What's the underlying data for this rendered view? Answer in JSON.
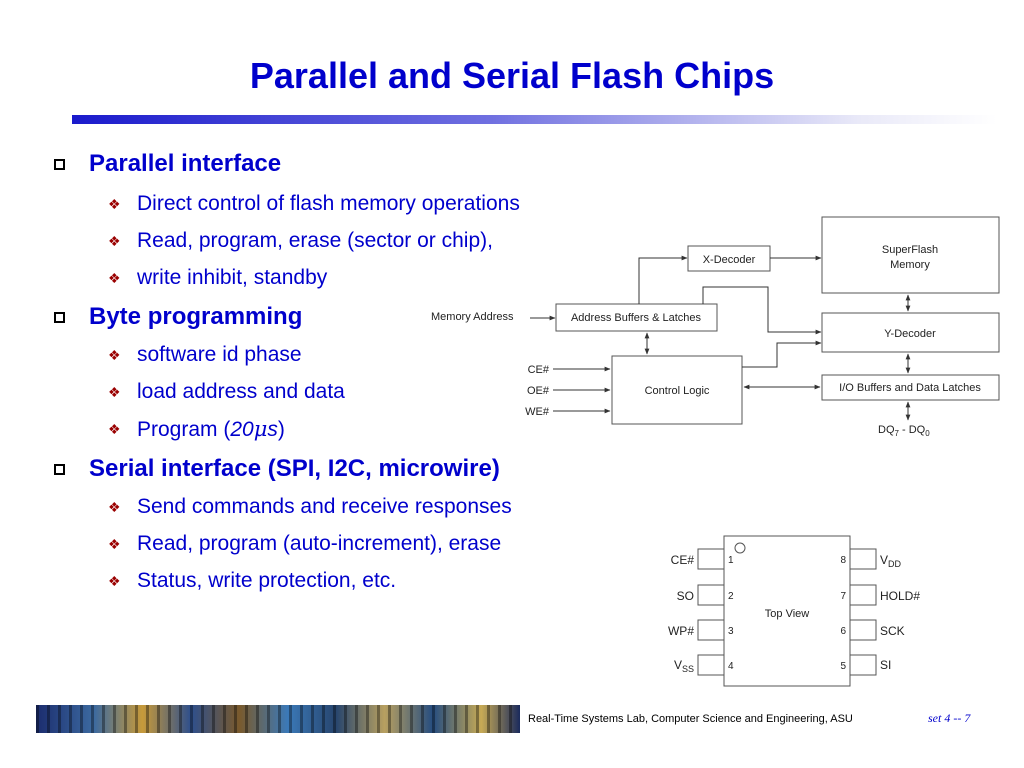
{
  "title": "Parallel and Serial Flash Chips",
  "bullets": {
    "parallel": {
      "label": "Parallel interface",
      "items": [
        "Direct control of flash memory operations",
        "Read, program, erase (sector or chip),",
        "write inhibit, standby"
      ]
    },
    "byte": {
      "label": "Byte programming",
      "items": [
        "software id phase",
        "load address and data"
      ],
      "program_prefix": "Program (",
      "program_value": "20",
      "program_mu": "μ",
      "program_unit": "s",
      "program_suffix": ")"
    },
    "serial": {
      "label": "Serial interface (SPI, I2C, microwire)",
      "items": [
        "Send commands and receive responses",
        "Read, program (auto-increment), erase",
        "Status, write protection, etc."
      ]
    }
  },
  "block_diagram": {
    "x_decoder": "X-Decoder",
    "superflash_line1": "SuperFlash",
    "superflash_line2": "Memory",
    "memory_address": "Memory Address",
    "address_buffers": "Address Buffers & Latches",
    "y_decoder": "Y-Decoder",
    "ce": "CE#",
    "oe": "OE#",
    "we": "WE#",
    "control_logic": "Control Logic",
    "io_buffers": "I/O Buffers and Data Latches",
    "dq_a": "DQ",
    "dq_a_sub": "7",
    "dq_sep": " - DQ",
    "dq_b_sub": "0"
  },
  "pin_diagram": {
    "top_view": "Top View",
    "left_pins": [
      {
        "name": "CE#",
        "num": "1"
      },
      {
        "name": "SO",
        "num": "2"
      },
      {
        "name": "WP#",
        "num": "3"
      },
      {
        "name": "V",
        "sub": "SS",
        "num": "4"
      }
    ],
    "right_pins": [
      {
        "name": "V",
        "sub": "DD",
        "num": "8"
      },
      {
        "name": "HOLD#",
        "num": "7"
      },
      {
        "name": "SCK",
        "num": "6"
      },
      {
        "name": "SI",
        "num": "5"
      }
    ]
  },
  "footer": {
    "lab": "Real-Time Systems Lab, Computer Science and Engineering, ASU",
    "slide_number": "set 4 -- 7"
  },
  "colors": {
    "title": "#0000cc",
    "bullet_text": "#0000cc",
    "diamond_marker": "#9a0000"
  }
}
